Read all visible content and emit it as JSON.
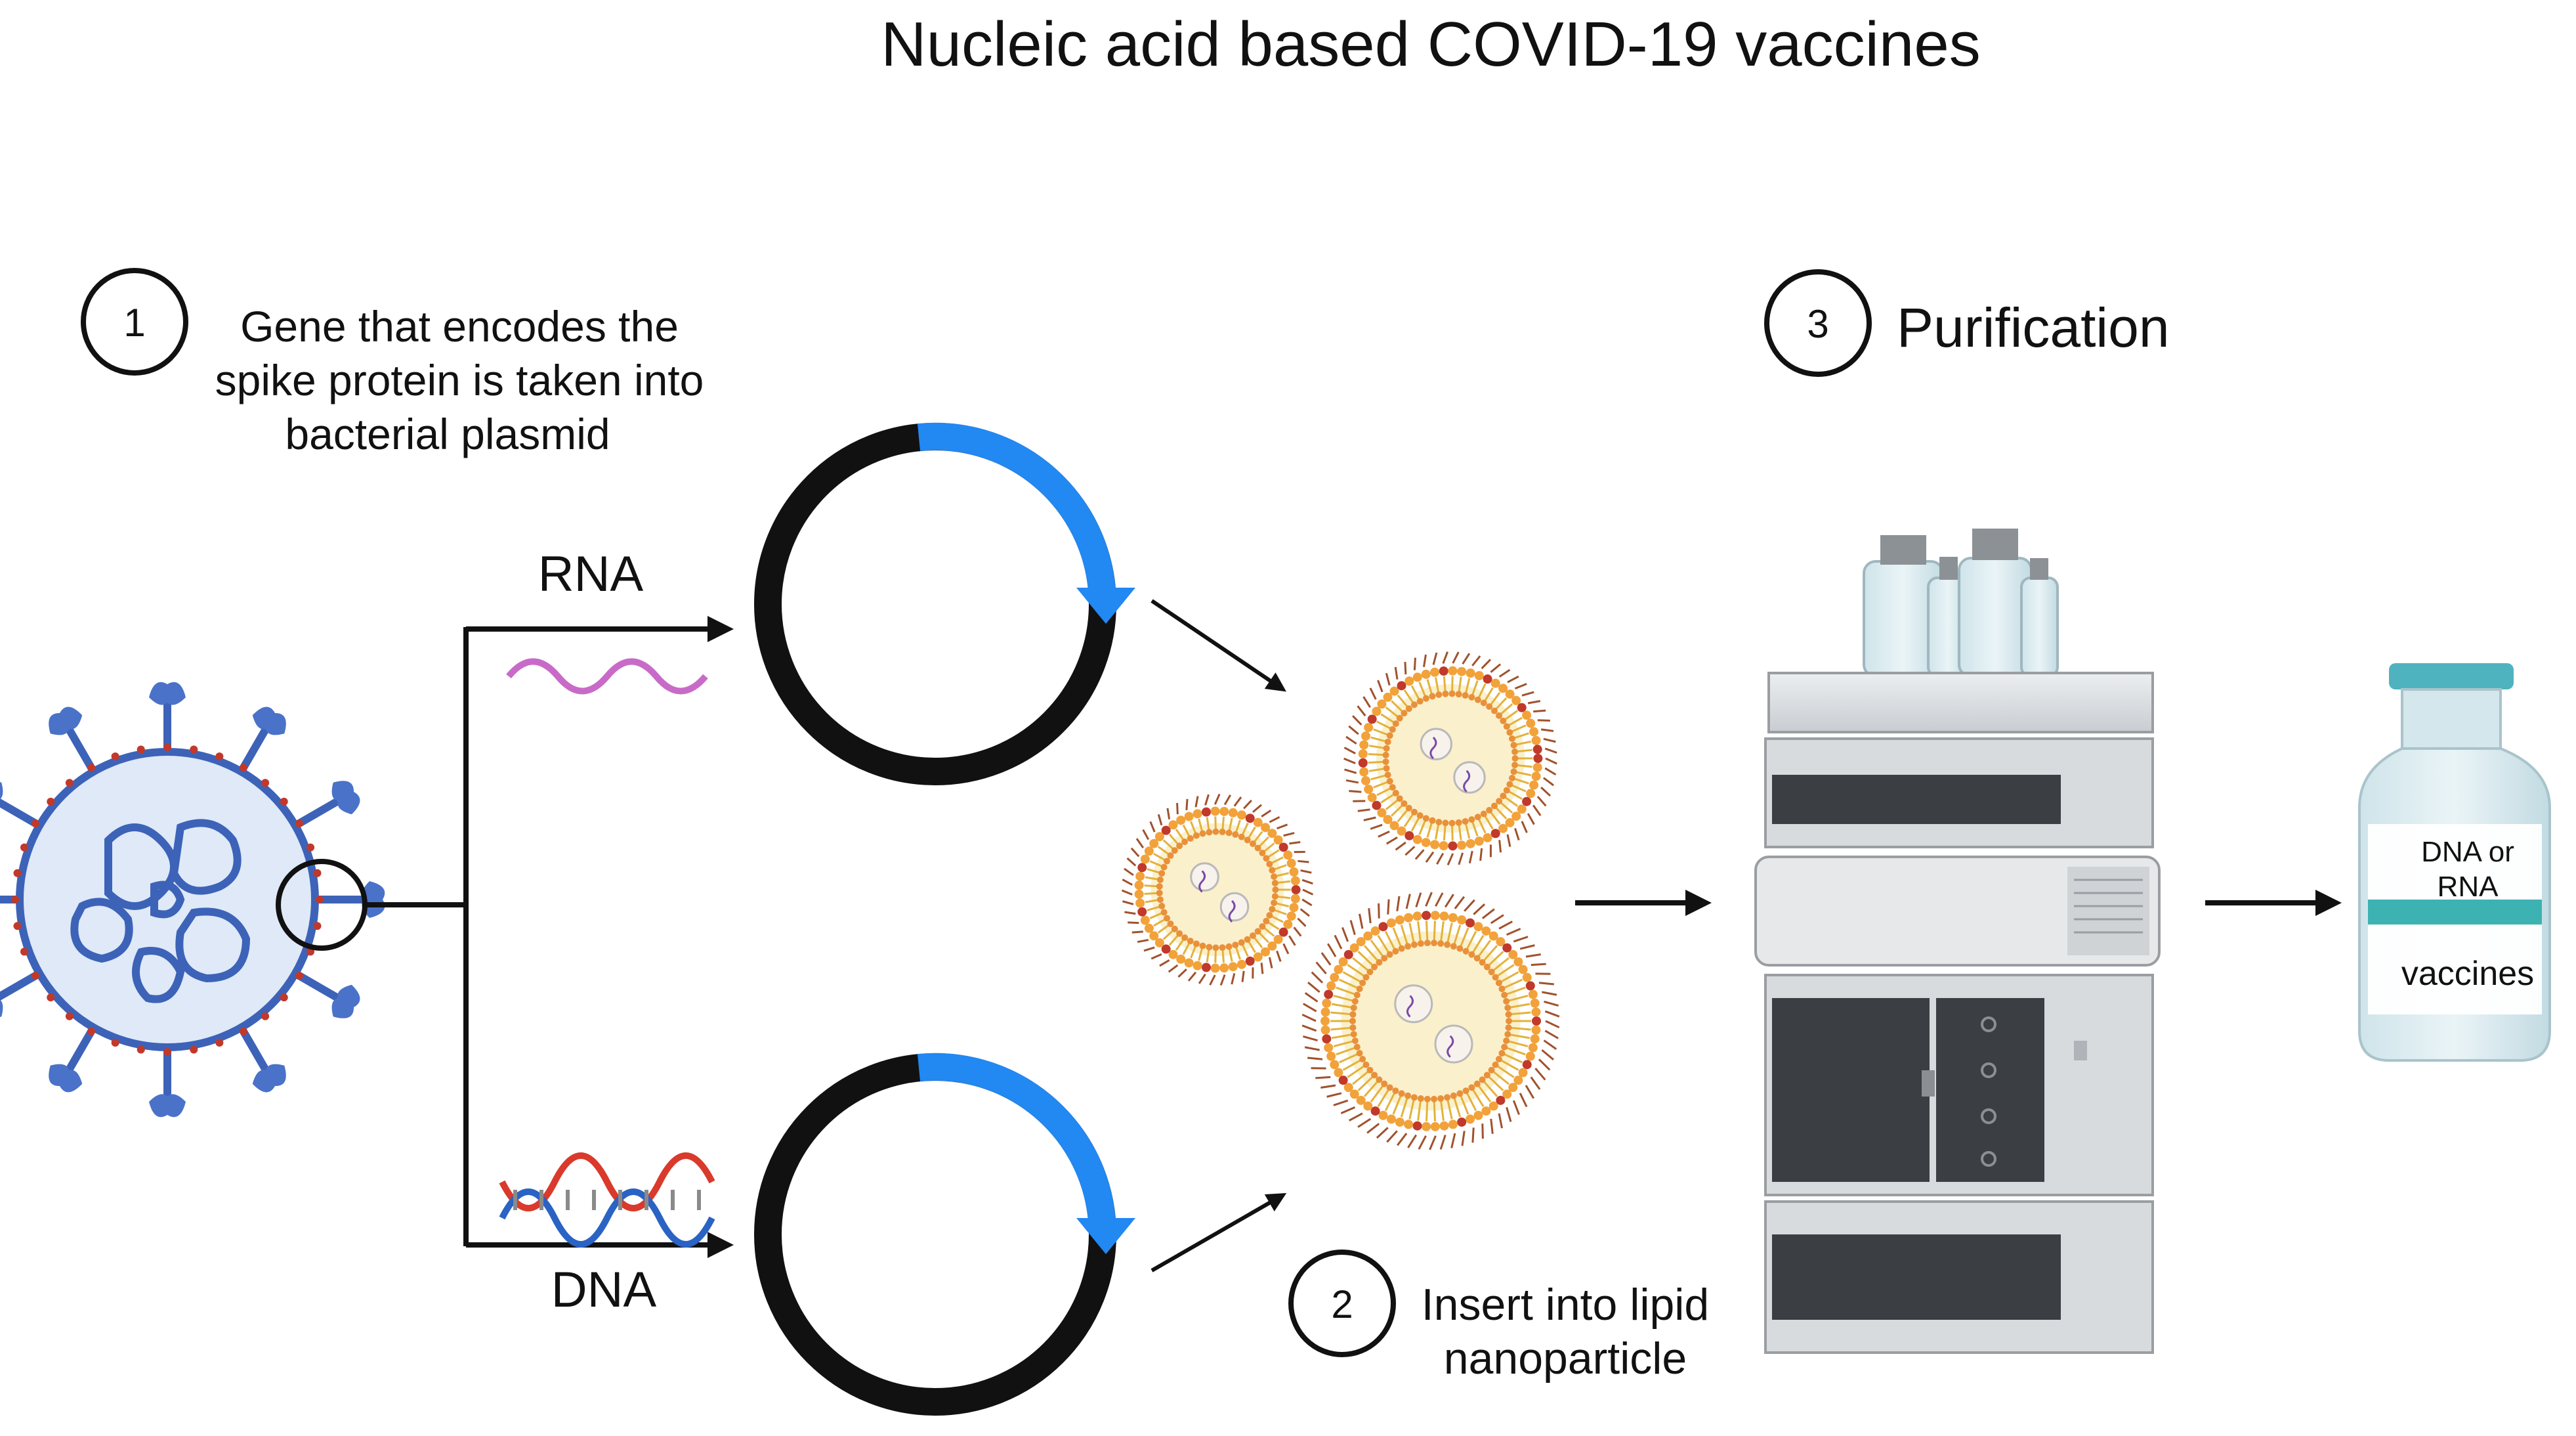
{
  "title": "Nucleic acid based COVID-19 vaccines",
  "steps": [
    {
      "number": "1",
      "lines": [
        "Gene that encodes the",
        "spike protein is taken into",
        "bacterial plasmid"
      ]
    },
    {
      "number": "2",
      "lines": [
        "Insert into lipid",
        "nanoparticle"
      ]
    },
    {
      "number": "3",
      "lines": [
        "Purification"
      ]
    }
  ],
  "branches": {
    "rna_label": "RNA",
    "dna_label": "DNA"
  },
  "vial": {
    "label_top": [
      "DNA or",
      "RNA"
    ],
    "label_bottom": "vaccines"
  },
  "colors": {
    "plasmid_ring": "#111111",
    "plasmid_insert": "#2288f2",
    "rna_wave": "#c86bc8",
    "dna_strand_red": "#d93a2b",
    "dna_strand_blue": "#2a63c4",
    "virus_body": "#3d63b8",
    "virus_spike_tip": "#4a72c9",
    "lnp_core": "#fbf0cc",
    "lnp_head": "#f2a23a",
    "vial_cap": "#4fb3bf",
    "vial_stripe": "#3db2b2",
    "instrument_gray": "#d8dbde",
    "instrument_dark": "#3b3e42"
  }
}
